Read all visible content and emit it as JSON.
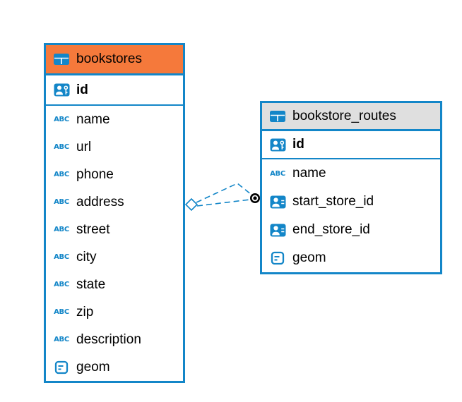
{
  "diagram": {
    "tables": [
      {
        "name": "bookstores",
        "pk": "id",
        "header_color": "#F5793B",
        "fields": [
          {
            "name": "name",
            "type": "text"
          },
          {
            "name": "url",
            "type": "text"
          },
          {
            "name": "phone",
            "type": "text"
          },
          {
            "name": "address",
            "type": "text"
          },
          {
            "name": "street",
            "type": "text"
          },
          {
            "name": "city",
            "type": "text"
          },
          {
            "name": "state",
            "type": "text"
          },
          {
            "name": "zip",
            "type": "text"
          },
          {
            "name": "description",
            "type": "text"
          },
          {
            "name": "geom",
            "type": "geometry"
          }
        ]
      },
      {
        "name": "bookstore_routes",
        "pk": "id",
        "header_color": "#DFDFDF",
        "fields": [
          {
            "name": "name",
            "type": "text"
          },
          {
            "name": "start_store_id",
            "type": "reference"
          },
          {
            "name": "end_store_id",
            "type": "reference"
          },
          {
            "name": "geom",
            "type": "geometry"
          }
        ]
      }
    ],
    "relationships": [
      {
        "from_table": "bookstores",
        "to_table": "bookstore_routes",
        "line_style": "dashed",
        "from_endpoint": "diamond",
        "to_endpoint": "dot",
        "edge_count": 2
      }
    ],
    "icon_labels": {
      "text": "ABC"
    },
    "icons": {
      "header": "table-icon",
      "pk": "person-key-icon",
      "text": "abc-icon",
      "reference": "person-icon",
      "geometry": "geometry-box-icon"
    },
    "colors": {
      "table_border": "#1386C8",
      "bookstores_header": "#F5793B",
      "routes_header": "#DFDFDF",
      "icon_blue": "#1386C8",
      "connector": "#1386C8",
      "endpoint_dot": "#000000",
      "background": "#FFFFFF"
    }
  }
}
